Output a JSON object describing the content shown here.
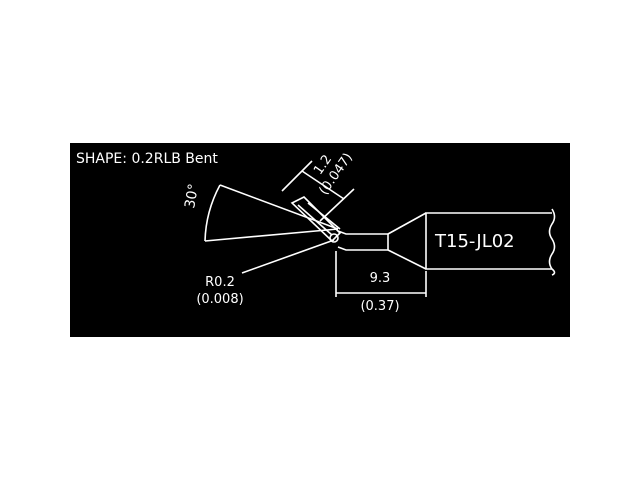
{
  "shape_label": "SHAPE: 0.2RLB Bent",
  "dim_length_mm": "1.2",
  "dim_length_in": "(0.047)",
  "angle_label": "30°",
  "radius_mm": "R0.2",
  "radius_in": "(0.008)",
  "dim_width_mm": "9.3",
  "dim_width_in": "(0.37)",
  "model": "T15-JL02",
  "colors": {
    "background": "#000000",
    "line": "#ffffff",
    "page": "#ffffff"
  }
}
